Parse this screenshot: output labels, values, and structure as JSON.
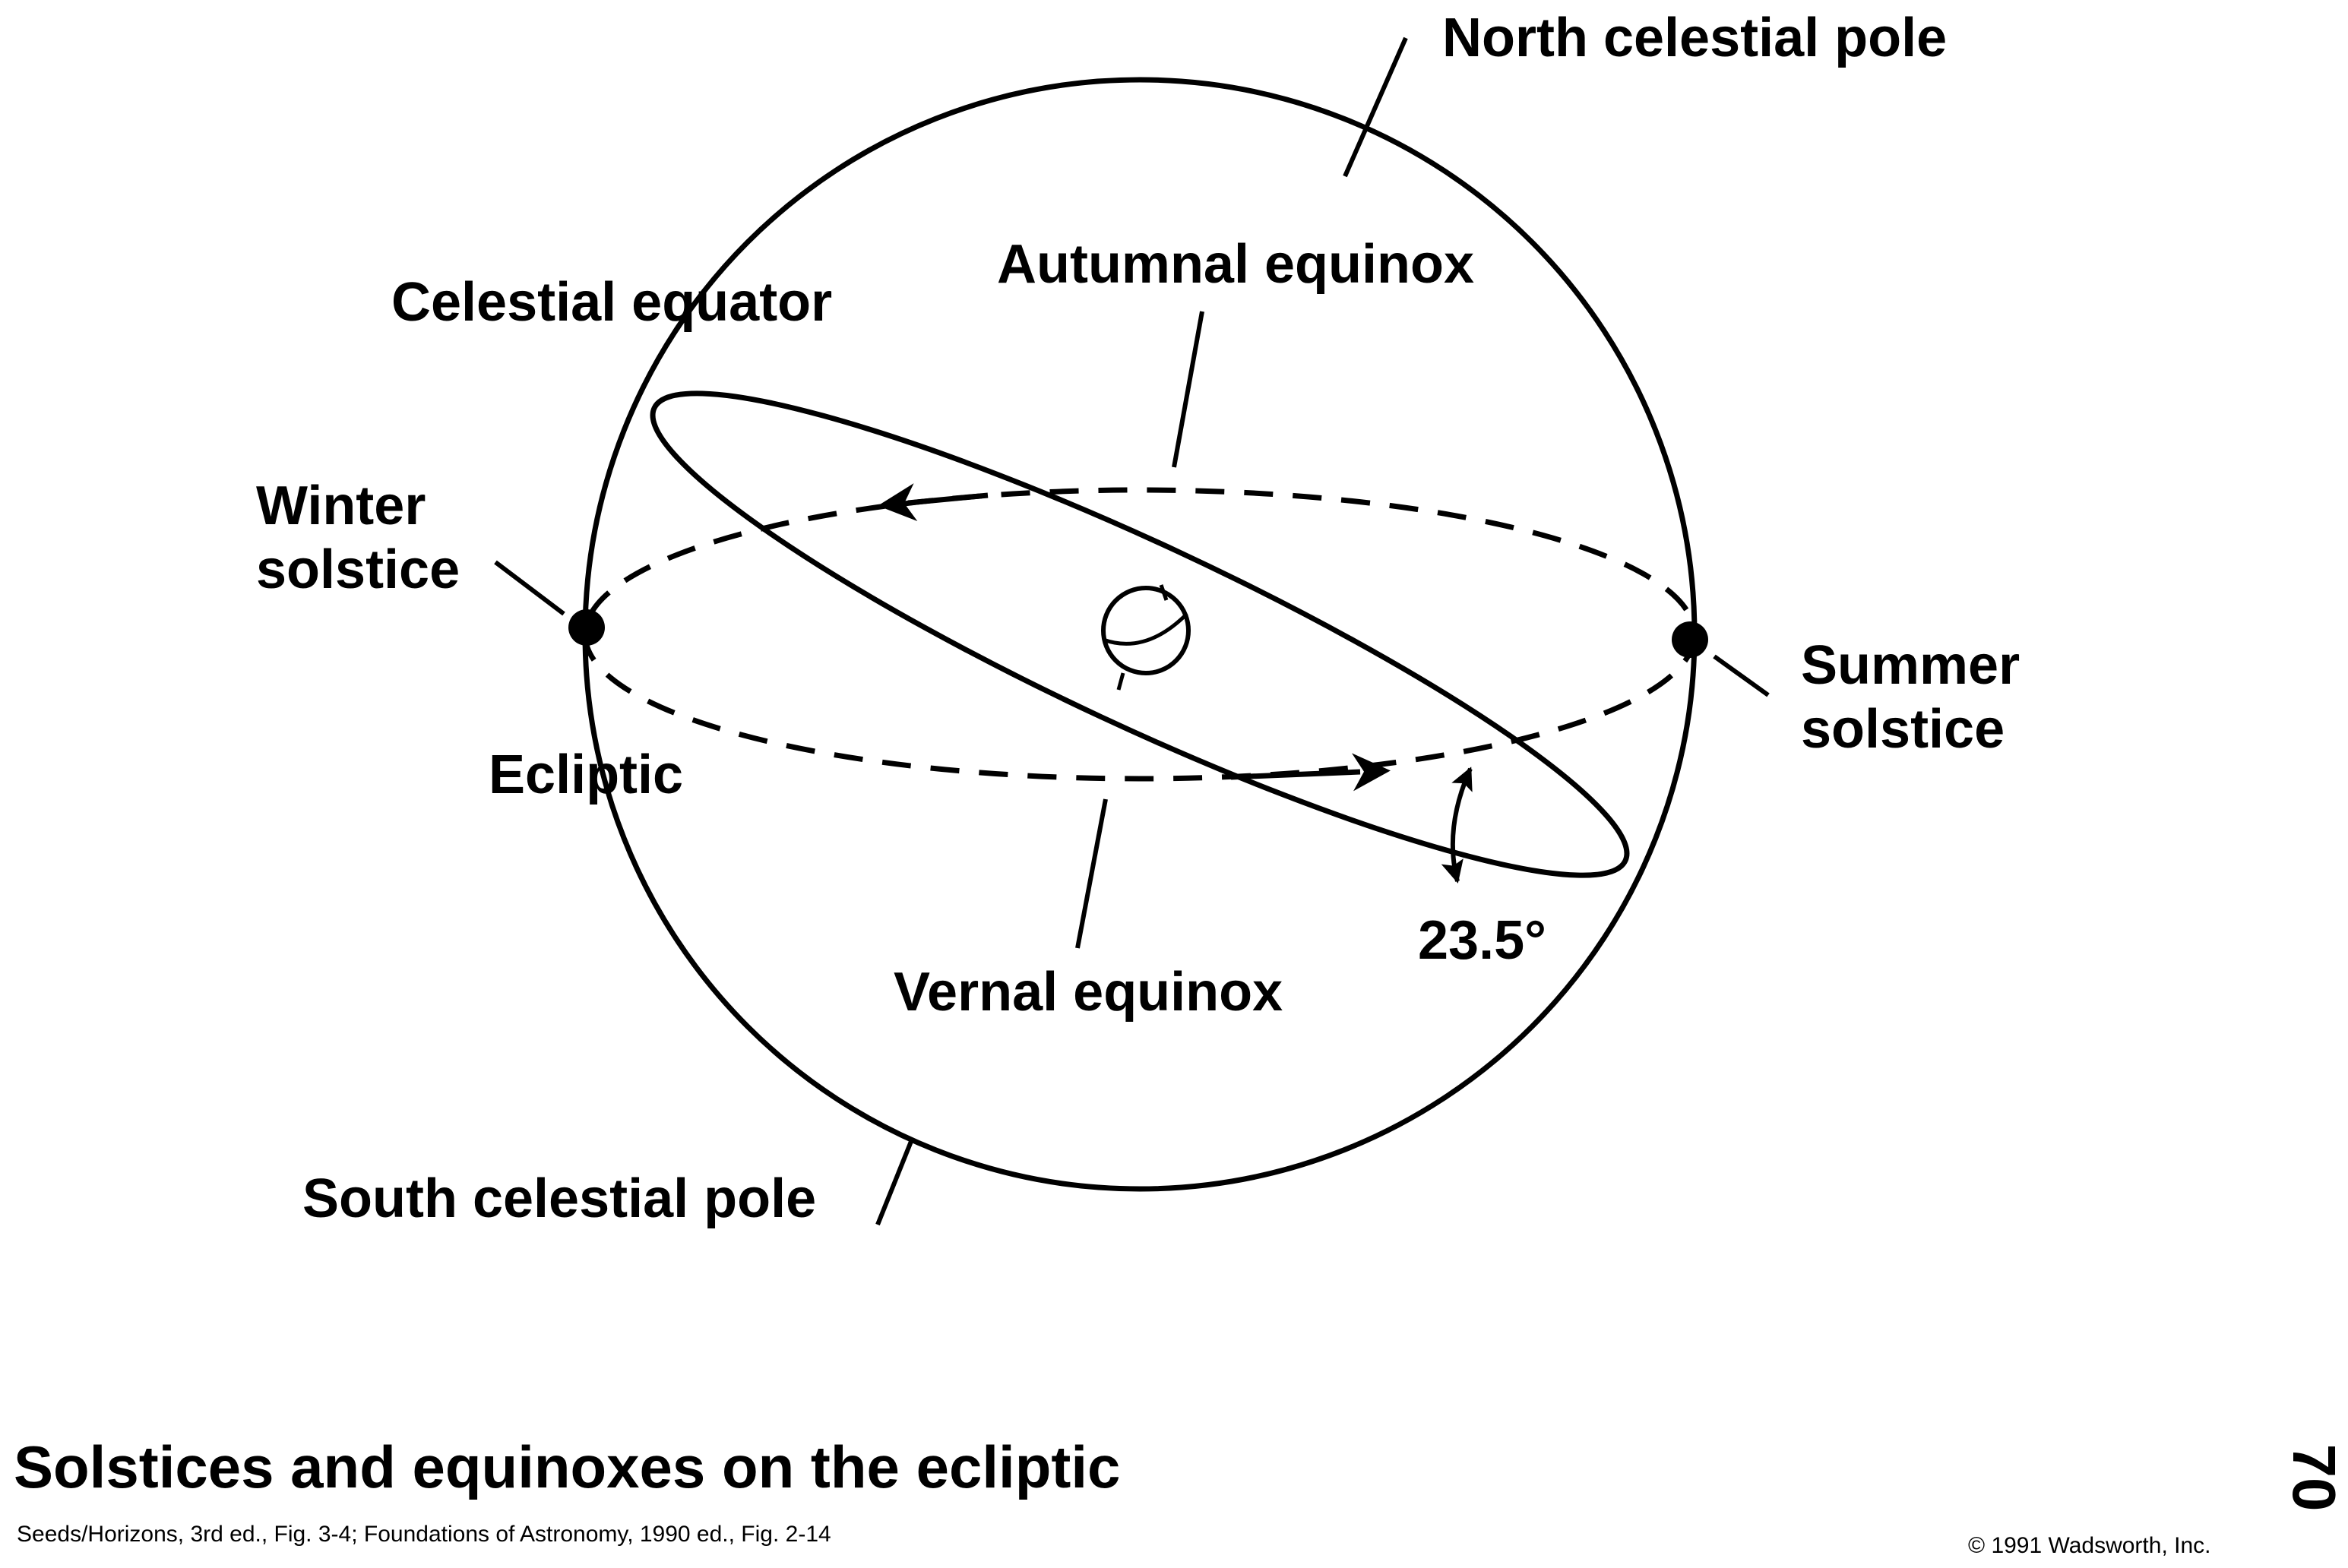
{
  "labels": {
    "north_pole": "North celestial pole",
    "south_pole": "South celestial pole",
    "celestial_equator": "Celestial equator",
    "autumnal_equinox": "Autumnal equinox",
    "vernal_equinox": "Vernal equinox",
    "winter_solstice_line1": "Winter",
    "winter_solstice_line2": "solstice",
    "summer_solstice_line1": "Summer",
    "summer_solstice_line2": "solstice",
    "ecliptic": "Ecliptic",
    "tilt_angle": "23.5°"
  },
  "caption": {
    "title": "Solstices and equinoxes on the ecliptic",
    "source": "Seeds/Horizons, 3rd ed., Fig. 3-4; Foundations of Astronomy, 1990 ed., Fig. 2-14",
    "copyright": "© 1991 Wadsworth, Inc.",
    "page_number": "70"
  },
  "colors": {
    "ink": "#000000",
    "background": "#ffffff"
  }
}
